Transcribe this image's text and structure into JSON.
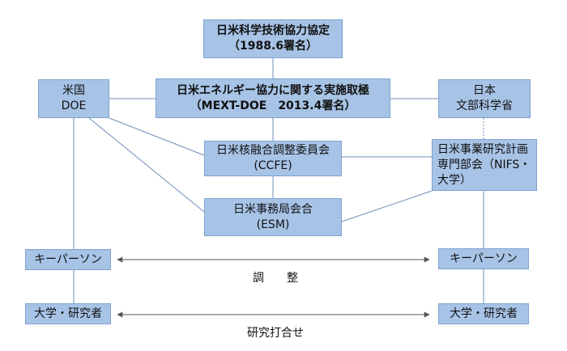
{
  "boxes": {
    "agreement": {
      "line1": "日米科学技術協力協定",
      "line2": "（1988.6署名）"
    },
    "usdoe": {
      "line1": "米国",
      "line2": "DOE"
    },
    "mext_doe": {
      "line1": "日米エネルギー協力に関する実施取極",
      "line2": "（MEXT-DOE　2013.4署名）"
    },
    "mext": {
      "line1": "日本",
      "line2": "文部科学省"
    },
    "ccfe": {
      "line1": "日米核融合調整委員会",
      "line2": "(CCFE)"
    },
    "nifs": {
      "line1": "日米事業研究計画",
      "line2": "専門部会（NIFS・",
      "line3": "大学）"
    },
    "esm": {
      "line1": "日米事務局会合",
      "line2": "(ESM)"
    },
    "keyperson_left": {
      "line1": "キーパーソン"
    },
    "keyperson_right": {
      "line1": "キーパーソン"
    },
    "univ_left": {
      "line1": "大学・研究者"
    },
    "univ_right": {
      "line1": "大学・研究者"
    }
  },
  "labels": {
    "adjustment": "調　　整",
    "joint_research": "研究打合せ"
  }
}
